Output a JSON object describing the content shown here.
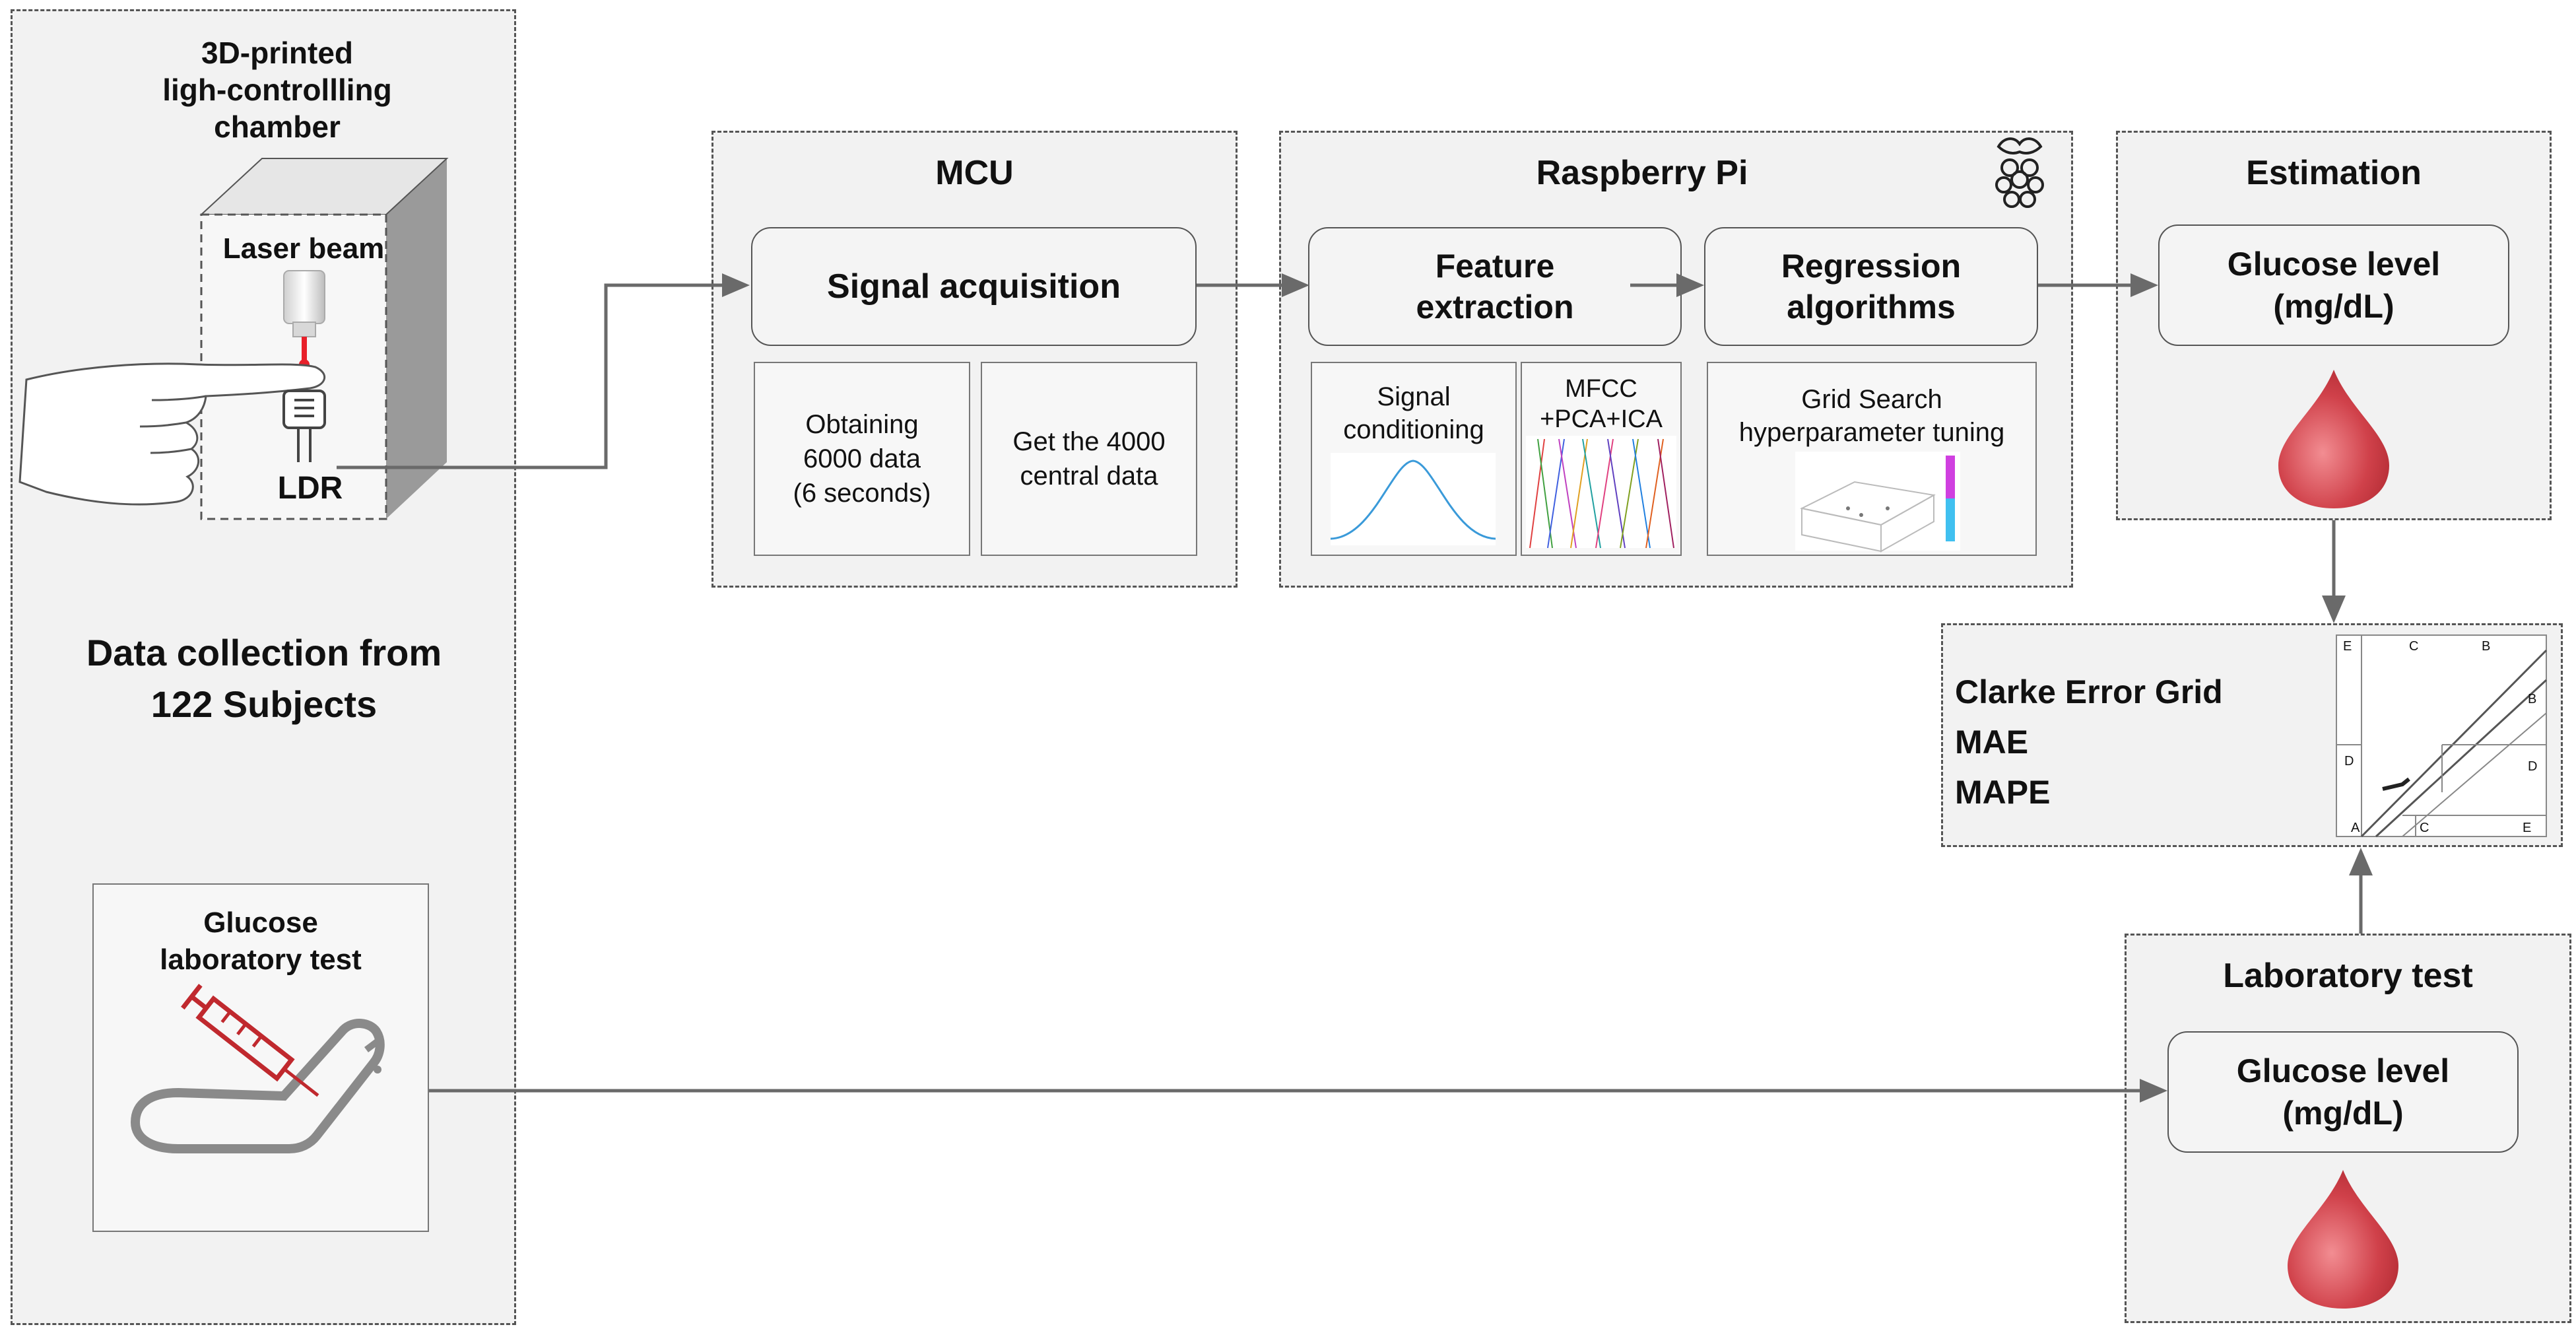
{
  "left_panel": {
    "chamber_label": [
      "3D-printed",
      "ligh-controllling",
      "chamber"
    ],
    "laser_label": "Laser beam",
    "ldr_label": "LDR",
    "collection_label": [
      "Data collection from",
      "122 Subjects"
    ],
    "lab_box_label": [
      "Glucose",
      "laboratory test"
    ]
  },
  "mcu": {
    "title": "MCU",
    "main_box": "Signal acquisition",
    "sub1": [
      "Obtaining",
      "6000 data",
      "(6 seconds)"
    ],
    "sub2": [
      "Get the 4000",
      "central data"
    ]
  },
  "raspberry": {
    "title": "Raspberry Pi",
    "feature_box": [
      "Feature",
      "extraction"
    ],
    "regression_box": [
      "Regression",
      "algorithms"
    ],
    "signal_cond": [
      "Signal",
      "conditioning"
    ],
    "mfcc": [
      "MFCC",
      "+PCA+ICA"
    ],
    "grid_search": [
      "Grid Search",
      "hyperparameter tuning"
    ]
  },
  "estimation": {
    "title": "Estimation",
    "box": [
      "Glucose level",
      "(mg/dL)"
    ]
  },
  "metrics": {
    "items": [
      "Clarke Error Grid",
      "MAE",
      "MAPE"
    ],
    "grid_letters": [
      "E",
      "C",
      "B",
      "B",
      "D",
      "D",
      "A",
      "C",
      "E"
    ]
  },
  "lab_test": {
    "title": "Laboratory test",
    "box": [
      "Glucose level",
      "(mg/dL)"
    ]
  },
  "colors": {
    "panel_bg": "#f2f2f2",
    "border": "#555555",
    "drop": "#d0414a",
    "syringe": "#c0292e",
    "arrow": "#6a6a6a"
  }
}
